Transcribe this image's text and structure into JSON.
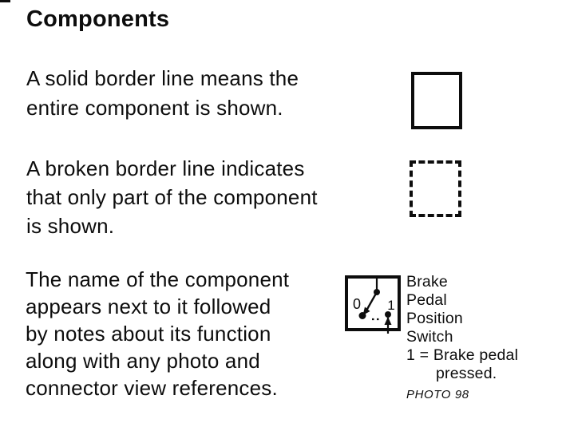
{
  "page": {
    "title": "Components"
  },
  "colors": {
    "ink": "#0d0d0d",
    "paper": "#ffffff"
  },
  "paragraphs": [
    {
      "lines": [
        "A solid border line means the",
        "entire component is shown."
      ]
    },
    {
      "lines": [
        "A broken border line indicates",
        "that only part of the component",
        "is shown."
      ]
    },
    {
      "lines": [
        "The name of the component",
        "appears next to it followed",
        "by notes about its function",
        "along with any photo and",
        "connector view references."
      ]
    }
  ],
  "switch_example": {
    "label_0": "0",
    "label_1": "1",
    "name_lines": [
      "Brake",
      "Pedal",
      "Position",
      "Switch",
      "1 = Brake pedal"
    ],
    "note_continuation": "pressed.",
    "photo_ref": "PHOTO 98"
  }
}
